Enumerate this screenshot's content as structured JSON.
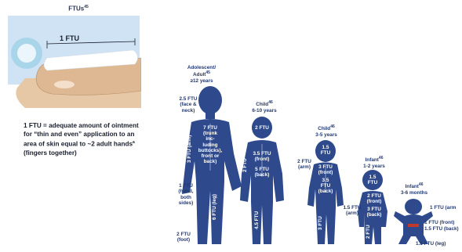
{
  "colors": {
    "figure": "#2e4a8c",
    "label_text": "#243a6e",
    "finger_panel": "#cfe3f4",
    "skin": "#e7c8a6"
  },
  "icons": {
    "finger": "fingertip-illustration",
    "figures": "person-silhouettes"
  },
  "title": {
    "main": "FTUs",
    "ref": "45"
  },
  "finger": {
    "ftu_label": "1 FTU"
  },
  "definition": {
    "line1": "1 FTU = adequate amount of ointment",
    "line2": "for “thin and even” application to an",
    "line3": "area of skin equal to ~2 adult hands",
    "line3_ref": "a",
    "line4": "(fingers together)"
  },
  "groups": [
    {
      "head": "Adolescent/",
      "head2": "Adult",
      "ref": "45",
      "age": "≥12 years"
    },
    {
      "head": "Child",
      "ref": "46",
      "age": "6-10 years"
    },
    {
      "head": "Child",
      "ref": "46",
      "age": "3-5 years"
    },
    {
      "head": "Infant",
      "ref": "46",
      "age": "1-2 years"
    },
    {
      "head": "Infant",
      "ref": "46",
      "age": "3-6 months"
    }
  ],
  "adult": {
    "face_neck": [
      "2.5 FTU",
      "(face & neck)"
    ],
    "arm": "3 FTU (arm)",
    "trunk": [
      "7 FTU",
      "(trunk",
      "inc-",
      "luding",
      "buttocks),",
      "front or",
      "back)"
    ],
    "hand": [
      "1 FTU",
      "(hand, both",
      "sides)"
    ],
    "leg": "6 FTU (leg)",
    "foot": [
      "2 FTU",
      "(foot)"
    ]
  },
  "child610": {
    "face": "2 FTU",
    "arm": "2 FTU",
    "front": [
      "3.5 FTU",
      "(front)"
    ],
    "back": [
      "5 FTU",
      "(back)"
    ],
    "leg": "4.5 FTU"
  },
  "child35": {
    "face": [
      "1.5",
      "FTU"
    ],
    "arm": [
      "2 FTU",
      "(arm)"
    ],
    "front": [
      "3 FTU",
      "(front)"
    ],
    "back": [
      "3.5",
      "FTU",
      "(back)"
    ],
    "leg": "3 FTU"
  },
  "infant12": {
    "face": [
      "1.5",
      "FTU"
    ],
    "arm": [
      "1.5 FTU",
      "(arm)"
    ],
    "front": [
      "2 FTU",
      "(front)"
    ],
    "back": [
      "3 FTU",
      "(back)"
    ],
    "leg": "2 FTU"
  },
  "infant36": {
    "arm": "1 FTU (arm",
    "front": "1 FTU (front)",
    "back": "1.5 FTU (back)",
    "leg": "1.5 FTU (leg)"
  }
}
